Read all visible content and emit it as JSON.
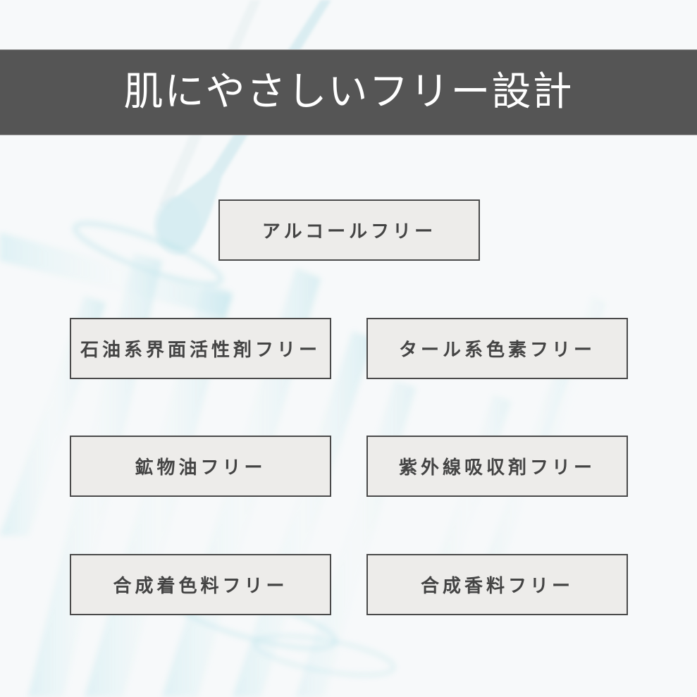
{
  "header": {
    "title": "肌にやさしいフリー設計"
  },
  "features": [
    {
      "label": "アルコールフリー"
    },
    {
      "label": "石油系界面活性剤フリー"
    },
    {
      "label": "タール系色素フリー"
    },
    {
      "label": "鉱物油フリー"
    },
    {
      "label": "紫外線吸収剤フリー"
    },
    {
      "label": "合成着色料フリー"
    },
    {
      "label": "合成香料フリー"
    }
  ],
  "colors": {
    "banner_bg": "#555555",
    "banner_text": "#ffffff",
    "box_bg": "#edecea",
    "box_border": "#4a4a4a",
    "box_text": "#444444",
    "accent_glass": "#8fd3e0"
  },
  "background": {
    "icon": "lab-glassware-dropper-test-tubes-image"
  }
}
